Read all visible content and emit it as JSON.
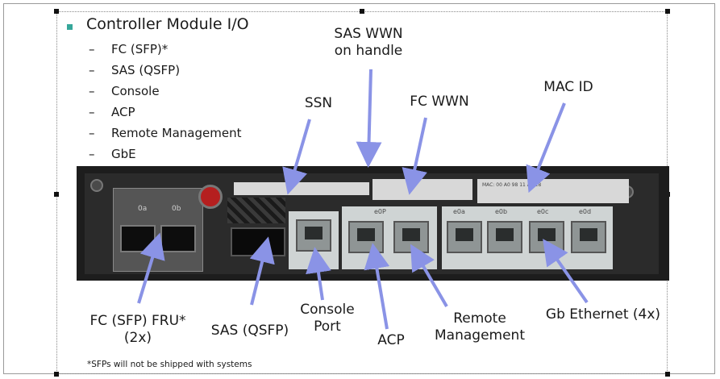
{
  "heading": {
    "title": "Controller Module I/O",
    "items": [
      "FC (SFP)*",
      "SAS (QSFP)",
      "Console",
      "ACP",
      "Remote Management",
      "GbE"
    ]
  },
  "callouts": {
    "sas_wwn": "SAS WWN",
    "sas_wwn_2": "on handle",
    "ssn": "SSN",
    "fc_wwn": "FC WWN",
    "mac_id": "MAC ID",
    "fc_fru": "FC (SFP) FRU*",
    "fc_fru_2": "(2x)",
    "sas_qsfp": "SAS (QSFP)",
    "console": "Console",
    "console_2": "Port",
    "acp": "ACP",
    "remote": "Remote",
    "remote_2": "Management",
    "gbe": "Gb Ethernet (4x)"
  },
  "footnote": "*SFPs will not be shipped with systems",
  "hardware": {
    "sfp_label_a": "0a",
    "sfp_label_b": "0b",
    "port_labels": [
      "e0P",
      "e0a",
      "e0b",
      "e0c",
      "e0d"
    ],
    "mac_sticker": "MAC: 00 A0 98 11 A6 28"
  },
  "colors": {
    "arrow": "#8a93e6",
    "bullet": "#36a79a",
    "chassis": "#1d1d1d"
  }
}
